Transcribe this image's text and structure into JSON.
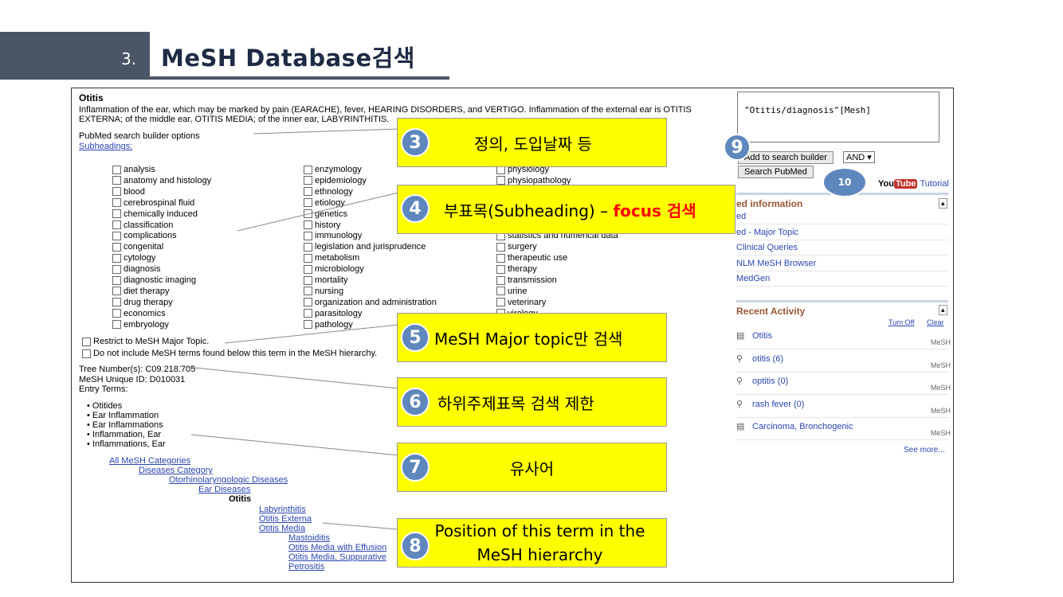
{
  "slide": {
    "number": "3.",
    "title": "MeSH Database검색"
  },
  "mesh": {
    "term": "Otitis",
    "definition": "Inflammation of the ear, which may be marked by pain (EARACHE), fever, HEARING DISORDERS, and VERTIGO. Inflammation of the external ear is OTITIS EXTERNA; of the middle ear, OTITIS MEDIA; of the inner ear, LABYRINTHITIS.",
    "builder_label": "PubMed search builder options",
    "subheadings_link": "Subheadings:",
    "subheadings_col1": [
      "analysis",
      "anatomy and histology",
      "blood",
      "cerebrospinal fluid",
      "chemically induced",
      "classification",
      "complications",
      "congenital",
      "cytology",
      "diagnosis",
      "diagnostic imaging",
      "diet therapy",
      "drug therapy",
      "economics",
      "embryology"
    ],
    "subheadings_col2": [
      "enzymology",
      "epidemiology",
      "ethnology",
      "etiology",
      "genetics",
      "history",
      "immunology",
      "legislation and jurisprudence",
      "metabolism",
      "microbiology",
      "mortality",
      "nursing",
      "organization and administration",
      "parasitology",
      "pathology"
    ],
    "subheadings_col3": [
      "physiology",
      "physiopathology",
      "",
      "",
      "",
      "",
      "statistics and numerical data",
      "surgery",
      "therapeutic use",
      "therapy",
      "transmission",
      "urine",
      "veterinary",
      "virology"
    ],
    "restrict_label": "Restrict to MeSH Major Topic.",
    "exclude_label": "Do not include MeSH terms found below this term in the MeSH hierarchy.",
    "tree_number": "Tree Number(s): C09.218.705",
    "unique_id": "MeSH Unique ID: D010031",
    "entry_terms_label": "Entry Terms:",
    "entry_terms": [
      "Otitides",
      "Ear Inflammation",
      "Ear Inflammations",
      "Inflammation, Ear",
      "Inflammations, Ear"
    ],
    "tree": [
      {
        "text": "All MeSH Categories",
        "link": true
      },
      {
        "text": "Diseases Category",
        "link": true
      },
      {
        "text": "Otorhinolaryngologic Diseases",
        "link": true
      },
      {
        "text": "Ear Diseases",
        "link": true
      },
      {
        "text": "Otitis",
        "link": false
      },
      {
        "text": "Labyrinthitis",
        "link": true
      },
      {
        "text": "Otitis Externa",
        "link": true
      },
      {
        "text": "Otitis Media",
        "link": true
      },
      {
        "text": "Mastoiditis",
        "link": true
      },
      {
        "text": "Otitis Media with Effusion",
        "link": true
      },
      {
        "text": "Otitis Media, Suppurative",
        "link": true
      },
      {
        "text": "Petrositis",
        "link": true
      }
    ]
  },
  "builder": {
    "query": "\"Otitis/diagnosis\"[Mesh]",
    "add_button": "Add to search builder",
    "operator": "AND",
    "search_button": "Search PubMed",
    "youtube_a": "You",
    "youtube_b": "Tube",
    "tutorial": "Tutorial"
  },
  "related": {
    "heading": "ed information",
    "items": [
      "ed",
      "ed - Major Topic",
      "Clinical Queries",
      "NLM MeSH Browser",
      "MedGen"
    ]
  },
  "recent": {
    "heading": "Recent Activity",
    "turn_off": "Turn Off",
    "clear": "Clear",
    "items": [
      {
        "icon": "document-icon",
        "text": "Otitis",
        "tag": "MeSH"
      },
      {
        "icon": "search-icon",
        "text": "otitis (6)",
        "tag": "MeSH"
      },
      {
        "icon": "search-icon",
        "text": "optitis (0)",
        "tag": "MeSH"
      },
      {
        "icon": "search-icon",
        "text": "rash fever (0)",
        "tag": "MeSH"
      },
      {
        "icon": "document-icon",
        "text": "Carcinoma, Bronchogenic",
        "tag": "MeSH"
      }
    ],
    "see_more": "See more..."
  },
  "annotations": {
    "a3": {
      "num": "3",
      "text": "정의, 도입날짜 등"
    },
    "a4": {
      "num": "4",
      "text": "부표목(Subheading) – ",
      "red": "focus 검색"
    },
    "a5": {
      "num": "5",
      "text": "MeSH Major topic만 검색"
    },
    "a6": {
      "num": "6",
      "text": "하위주제표목 검색 제한"
    },
    "a7": {
      "num": "7",
      "text": "유사어"
    },
    "a8": {
      "num": "8",
      "text1": "Position of this term in the",
      "text2": "MeSH hierarchy"
    },
    "a9": {
      "num": "9"
    },
    "a10": {
      "num": "10"
    }
  }
}
